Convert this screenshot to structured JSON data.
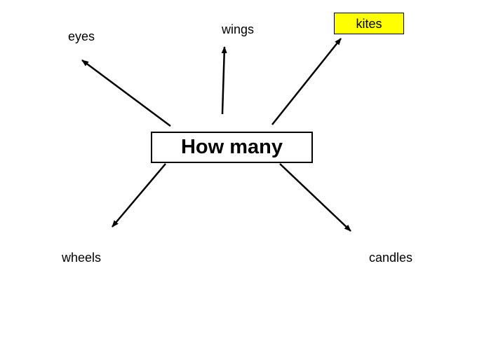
{
  "diagram": {
    "center": {
      "label": "How many"
    },
    "branches": [
      {
        "id": "eyes",
        "label": "eyes",
        "highlight": false
      },
      {
        "id": "wings",
        "label": "wings",
        "highlight": false
      },
      {
        "id": "kites",
        "label": "kites",
        "highlight": true
      },
      {
        "id": "wheels",
        "label": "wheels",
        "highlight": false
      },
      {
        "id": "candles",
        "label": "candles",
        "highlight": false
      }
    ]
  },
  "colors": {
    "background": "#ffffff",
    "line": "#000000",
    "highlight": "#ffff00"
  }
}
